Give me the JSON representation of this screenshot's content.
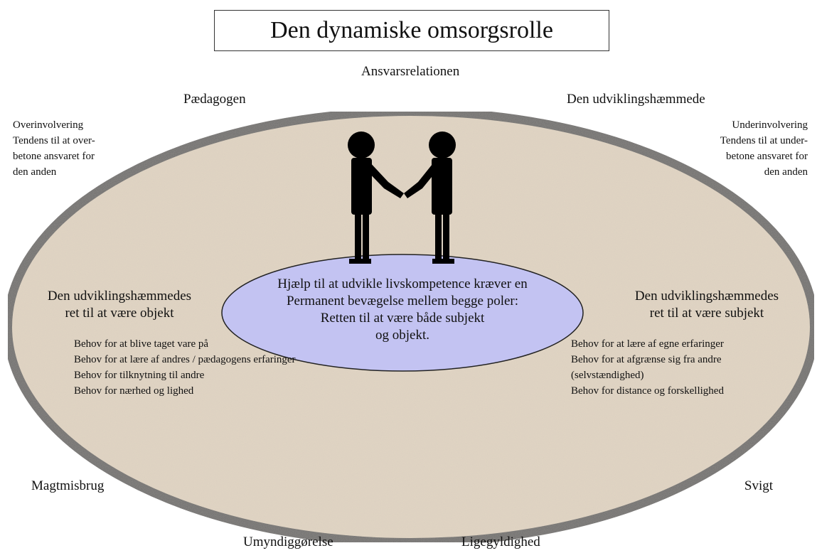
{
  "title": "Den dynamiske omsorgsrolle",
  "top_label": "Ansvarsrelationen",
  "left_role": "Pædagogen",
  "right_role": "Den udviklingshæmmede",
  "left_corner": [
    "Overinvolvering",
    "Tendens til at over-",
    "betone ansvaret for",
    "den anden"
  ],
  "right_corner": [
    "Underinvolvering",
    "Tendens til at under-",
    "betone ansvaret for",
    "den anden"
  ],
  "center": [
    "Hjælp til at udvikle livskompetence kræver en",
    "Permanent bevægelse mellem begge poler:",
    "Retten til at være både subjekt",
    "og objekt."
  ],
  "left_pole": {
    "heading": [
      "Den udviklingshæmmedes",
      "ret til at være objekt"
    ],
    "needs": [
      "Behov for at blive taget vare på",
      "Behov for at lære af andres / pædagogens erfaringer",
      "Behov for tilknytning til andre",
      "Behov for nærhed og lighed"
    ]
  },
  "right_pole": {
    "heading": [
      "Den udviklingshæmmedes",
      "ret til at være subjekt"
    ],
    "needs": [
      "Behov for at lære af egne erfaringer",
      "Behov for at afgrænse sig fra andre",
      "(selvstændighed)",
      "Behov for distance og forskellighed"
    ]
  },
  "bottom_left": "Magtmisbrug",
  "bottom_right": "Svigt",
  "bottom_center_left": "Umyndiggørelse",
  "bottom_center_right": "Ligegyldighed",
  "colors": {
    "outer_ring": "#6e6e6e",
    "outer_fill": "#e2d6c4",
    "inner_fill": "#c3c3f2",
    "figure": "#000000"
  }
}
